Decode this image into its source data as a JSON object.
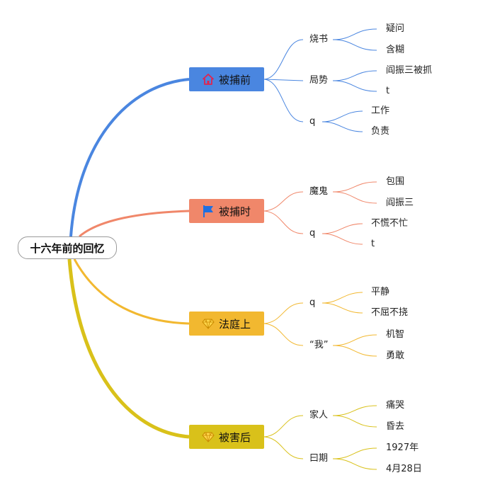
{
  "root": {
    "label": "十六年前的回忆"
  },
  "branches": [
    {
      "label": "被捕前",
      "icon": "house-icon",
      "color": "#4a86e0",
      "children": [
        {
          "label": "烧书",
          "leaves": [
            "疑问",
            "含糊"
          ]
        },
        {
          "label": "局势",
          "leaves": [
            "阎振三被抓",
            "t"
          ]
        },
        {
          "label": "q",
          "leaves": [
            "工作",
            "负责"
          ]
        }
      ]
    },
    {
      "label": "被捕时",
      "icon": "flag-icon",
      "color": "#f0876a",
      "children": [
        {
          "label": "魔鬼",
          "leaves": [
            "包围",
            "阎振三"
          ]
        },
        {
          "label": "q",
          "leaves": [
            "不慌不忙",
            "t"
          ]
        }
      ]
    },
    {
      "label": "法庭上",
      "icon": "diamond-icon",
      "color": "#f2b830",
      "children": [
        {
          "label": "q",
          "leaves": [
            "平静",
            "不屈不挠"
          ]
        },
        {
          "label": "“我”",
          "leaves": [
            "机智",
            "勇敢"
          ]
        }
      ]
    },
    {
      "label": "被害后",
      "icon": "diamond-icon",
      "color": "#d9c11a",
      "children": [
        {
          "label": "家人",
          "leaves": [
            "痛哭",
            "昏去"
          ]
        },
        {
          "label": "曰期",
          "leaves": [
            "1927年",
            "4月28日"
          ]
        }
      ]
    }
  ]
}
